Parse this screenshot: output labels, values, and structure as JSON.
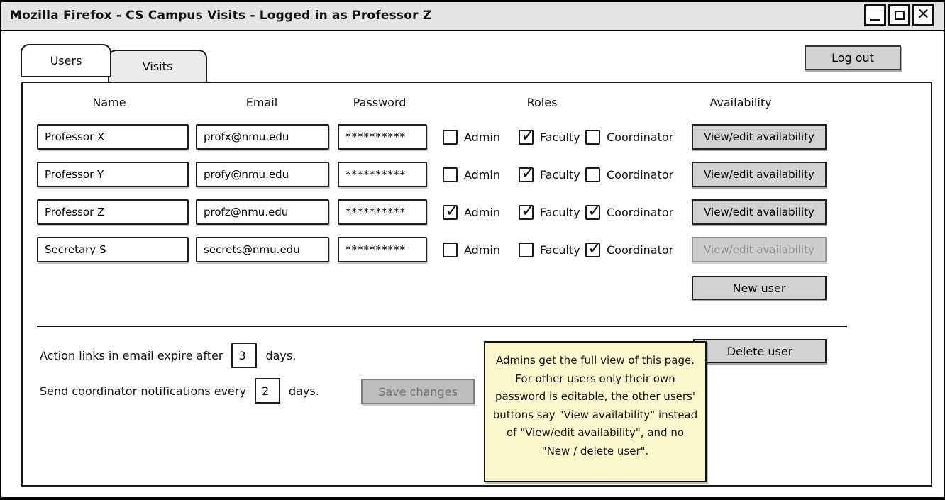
{
  "window": {
    "title": "Mozilla Firefox - CS Campus Visits - Logged in as Professor Z",
    "close_glyph": "✕",
    "controls": [
      "minimize-icon",
      "maximize-icon",
      "close-icon"
    ]
  },
  "tabs": [
    {
      "label": "Users",
      "active": true
    },
    {
      "label": "Visits",
      "active": false
    }
  ],
  "logout_label": "Log out",
  "table": {
    "headers": [
      "Name",
      "Email",
      "Password",
      "Roles",
      "Availability"
    ],
    "role_labels": [
      "Admin",
      "Faculty",
      "Coordinator"
    ],
    "rows": [
      {
        "name": "Professor X",
        "email": "profx@nmu.edu",
        "password": "**********",
        "roles": {
          "admin": false,
          "faculty": true,
          "coordinator": false
        },
        "availability_label": "View/edit availability",
        "availability_disabled": false
      },
      {
        "name": "Professor Y",
        "email": "profy@nmu.edu",
        "password": "**********",
        "roles": {
          "admin": false,
          "faculty": true,
          "coordinator": false
        },
        "availability_label": "View/edit availability",
        "availability_disabled": false
      },
      {
        "name": "Professor Z",
        "email": "profz@nmu.edu",
        "password": "**********",
        "roles": {
          "admin": true,
          "faculty": true,
          "coordinator": true
        },
        "availability_label": "View/edit availability",
        "availability_disabled": false
      },
      {
        "name": "Secretary S",
        "email": "secrets@nmu.edu",
        "password": "**********",
        "roles": {
          "admin": false,
          "faculty": false,
          "coordinator": true
        },
        "availability_label": "View/edit availability",
        "availability_disabled": true
      }
    ],
    "new_user_label": "New user"
  },
  "settings": {
    "expire_text_before": "Action links in email expire after",
    "expire_value": "3",
    "expire_text_after": "days.",
    "notify_text_before": "Send coordinator notifications every",
    "notify_value": "2",
    "notify_text_after": "days.",
    "save_label": "Save changes",
    "save_disabled": true
  },
  "delete_user_label": "Delete user",
  "note": {
    "text": "Admins get the full view of this page. For other users only their own password is editable, the other users' buttons say \"View availability\" instead of \"View/edit availability\", and no \"New / delete user\".",
    "bg_color": "#fcf8cd"
  },
  "colors": {
    "titlebar_bg": "#e4e4e4",
    "button_bg": "#d2d2d2",
    "tab_inactive_bg": "#ebebeb",
    "disabled_text": "#8f8f8f",
    "note_bg": "#fcf8cd",
    "border": "#1a1a1a"
  }
}
